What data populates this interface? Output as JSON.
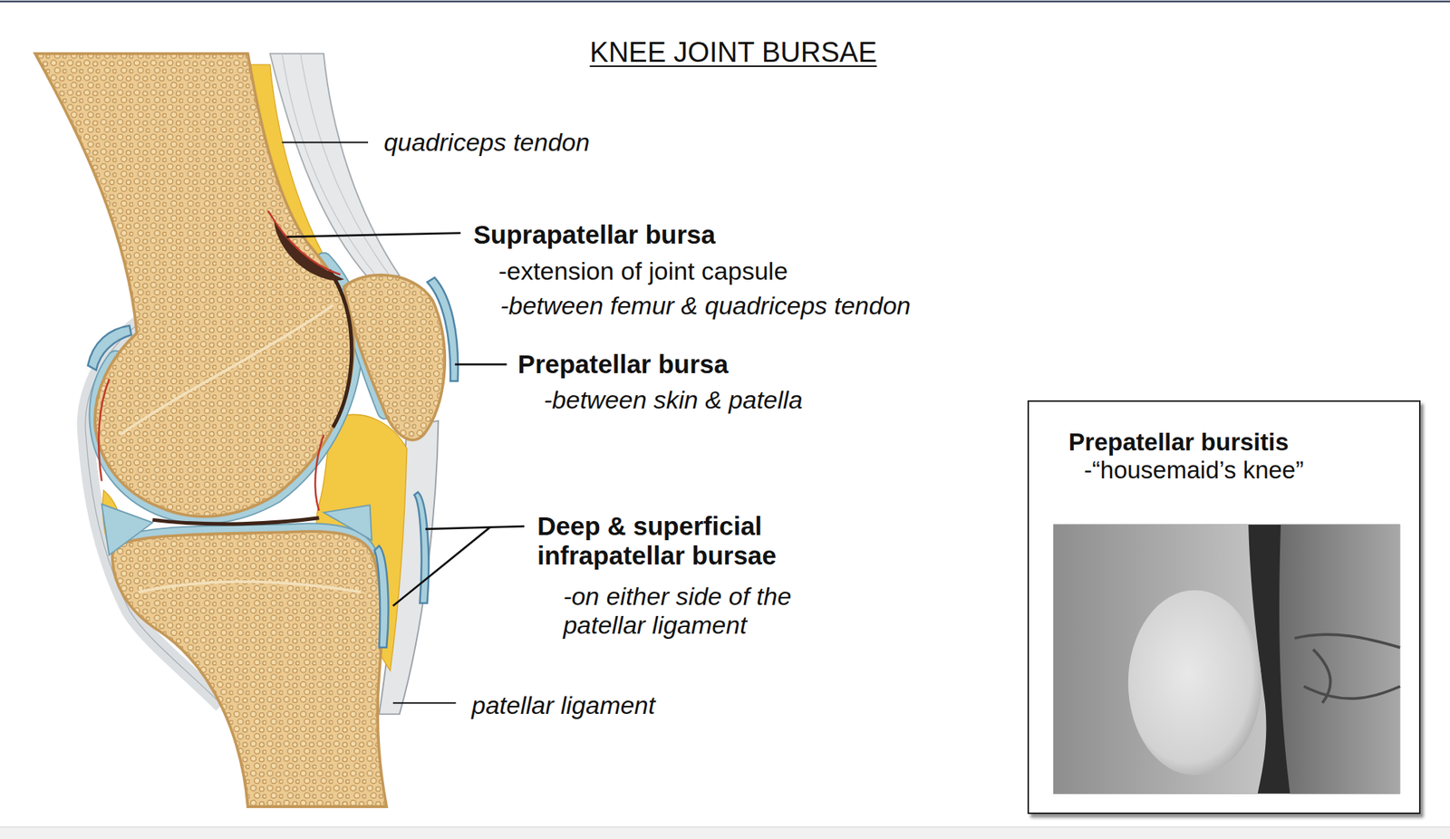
{
  "diagram": {
    "title": "KNEE JOINT BURSAE",
    "nodes": [
      {
        "text": [
          "Prepatellar bursitis",
          "-“housemaid’s knee”"
        ]
      }
    ],
    "labels": [
      "quadriceps tendon",
      "Suprapatellar bursa",
      "-extension of joint capsule",
      "-between femur & quadriceps tendon",
      "Prepatellar bursa",
      "-between skin & patella",
      "Deep & superficial infrapatellar bursae",
      "-on either side of the patellar ligament",
      "patellar ligament"
    ]
  }
}
